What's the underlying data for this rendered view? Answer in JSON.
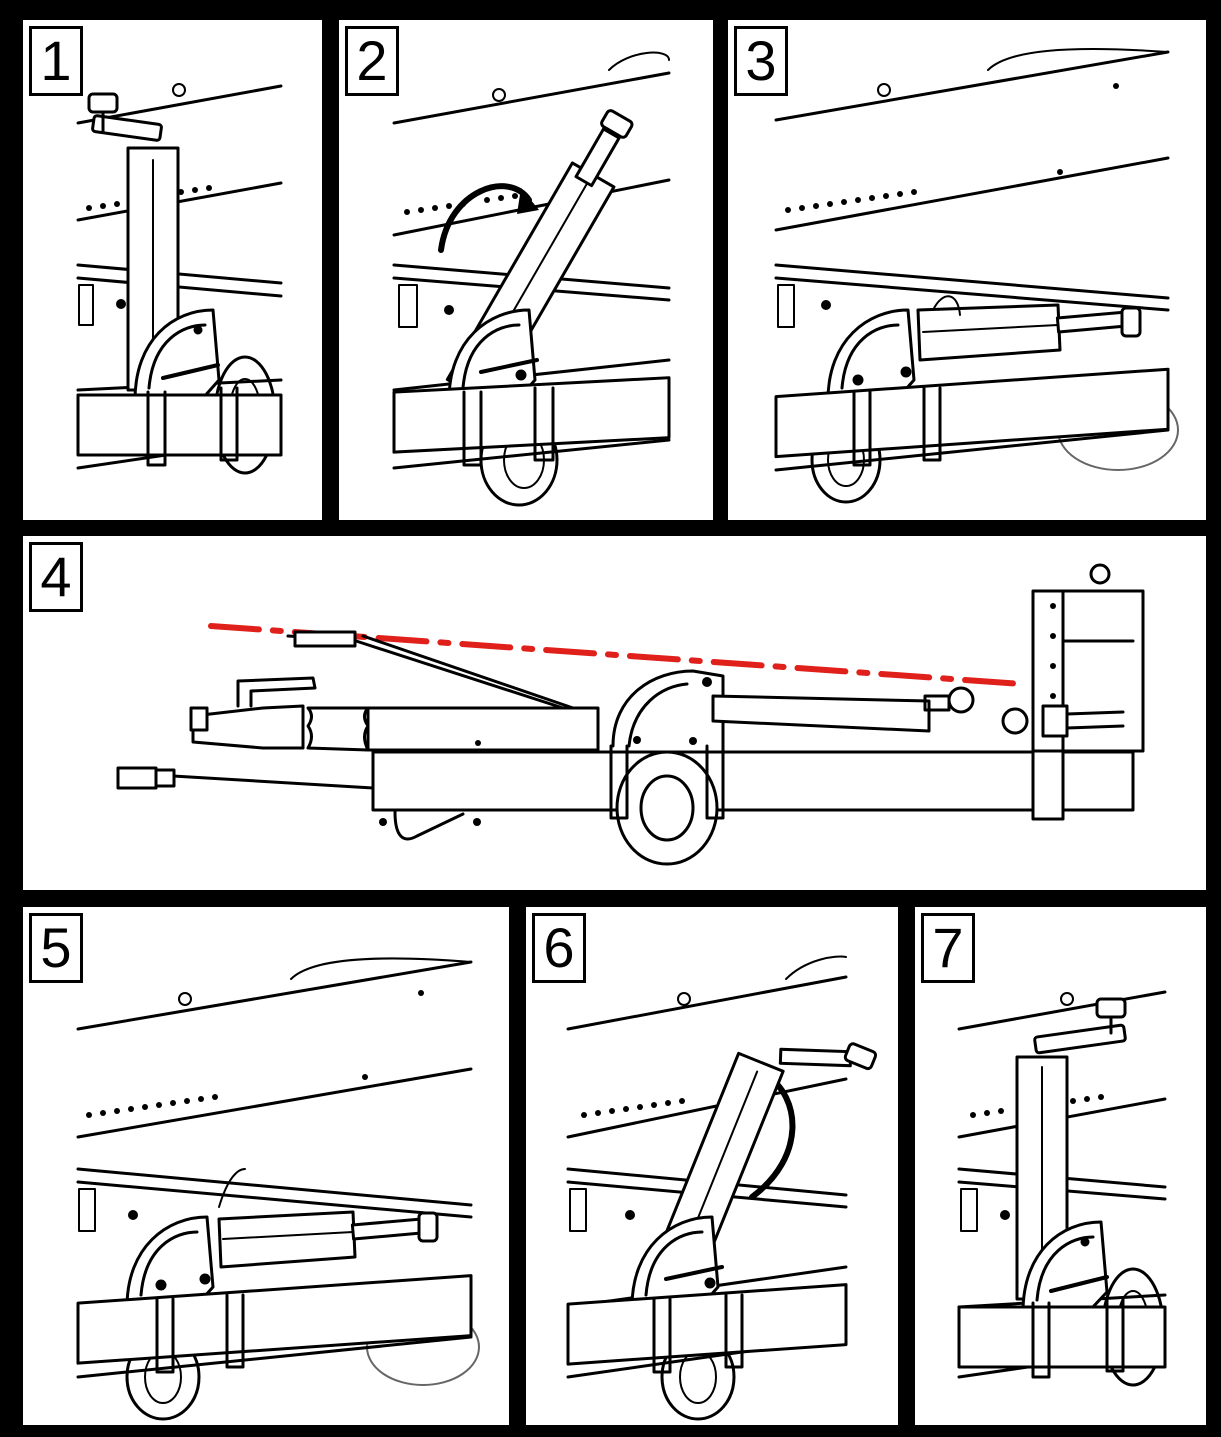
{
  "steps": [
    {
      "number": "1",
      "jack_state": "vertical-lowered"
    },
    {
      "number": "2",
      "jack_state": "rotating-up"
    },
    {
      "number": "3",
      "jack_state": "horizontal-stowed"
    },
    {
      "number": "4",
      "jack_state": "transport-side-view"
    },
    {
      "number": "5",
      "jack_state": "horizontal-stowed"
    },
    {
      "number": "6",
      "jack_state": "rotating-down"
    },
    {
      "number": "7",
      "jack_state": "vertical-lowered"
    }
  ],
  "colors": {
    "ink": "#000000",
    "background": "#ffffff",
    "clearance_line": "#e0201a"
  },
  "icons": [
    "rotate-arrow-icon",
    "clearance-line",
    "jockey-wheel",
    "crank-handle",
    "clamp-bracket"
  ]
}
